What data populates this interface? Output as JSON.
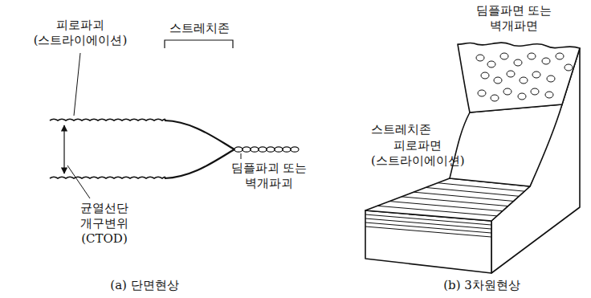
{
  "diagram": {
    "labels": [
      "피로파괴 (스트라이에이션)",
      "스트레치존",
      "균열선단 개구변위(CTOD)",
      "딤플파괴 또는 벽개파괴",
      "(a) 단면현상",
      "딤플파면 또는 벽개파면",
      "스트레치존",
      "피로파면 (스트라이에이션)",
      "(b) 3차원현상"
    ]
  }
}
